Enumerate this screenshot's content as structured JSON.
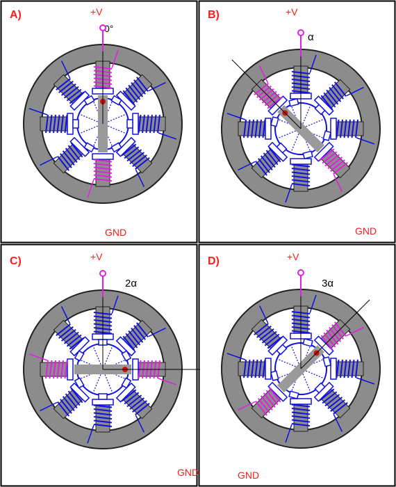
{
  "colors": {
    "stator": "#8c8c8c",
    "stator_edge": "#222222",
    "inactive_wire": "#1010e0",
    "active_wire": "#e020e0",
    "label_red": "#ff1a1a",
    "rotor_bar": "#9a9a9a",
    "marker": "#cc1111",
    "frame": "#000000"
  },
  "panels": [
    {
      "id": "A",
      "label": "A)",
      "supply_label": "+V",
      "gnd_label": "GND",
      "active_axis_deg": 0,
      "angle_text": "0°"
    },
    {
      "id": "B",
      "label": "B)",
      "supply_label": "+V",
      "gnd_label": "GND",
      "active_axis_deg": -45,
      "angle_text": "α"
    },
    {
      "id": "C",
      "label": "C)",
      "supply_label": "+V",
      "gnd_label": "GND",
      "active_axis_deg": 90,
      "angle_text": "2α"
    },
    {
      "id": "D",
      "label": "D)",
      "supply_label": "+V",
      "gnd_label": "GND",
      "active_axis_deg": 45,
      "angle_text": "3α"
    }
  ]
}
